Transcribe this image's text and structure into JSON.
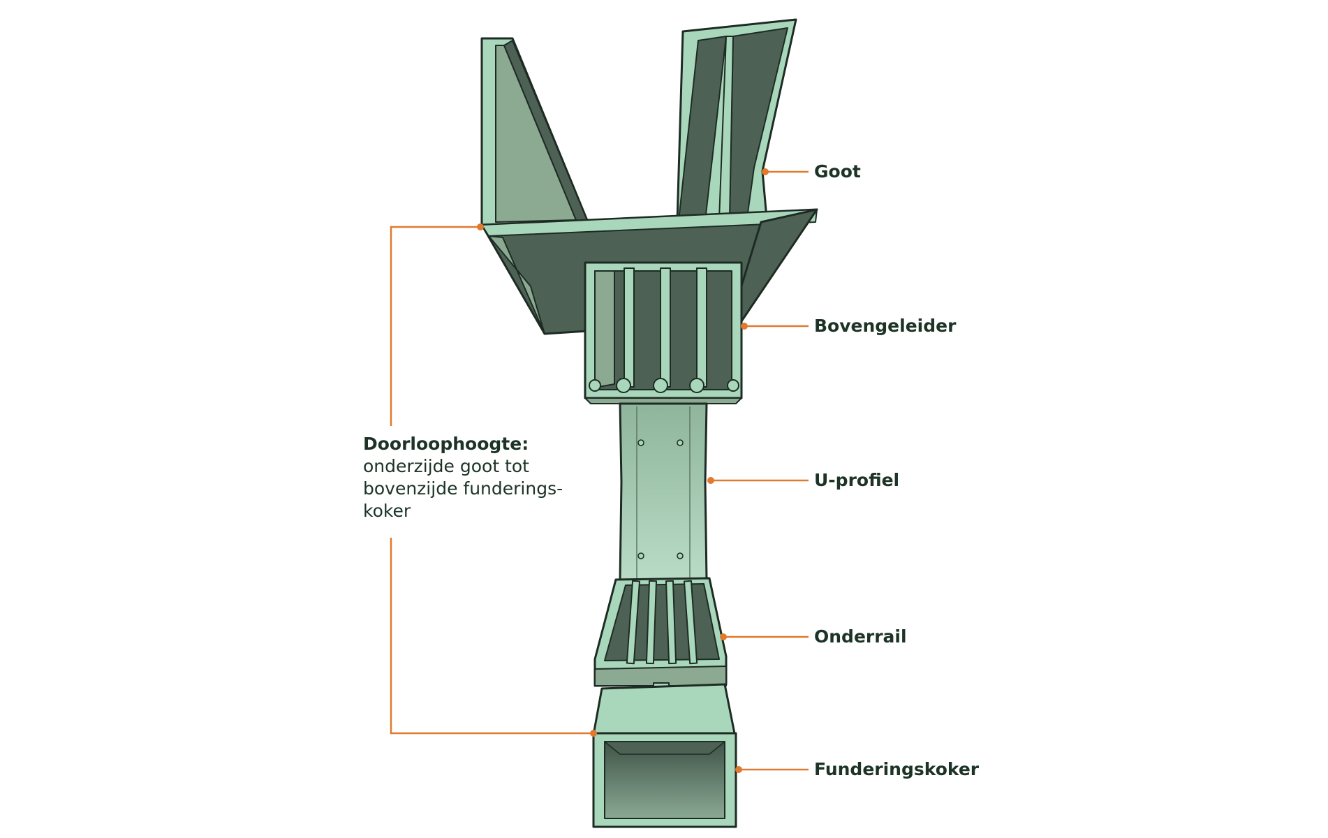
{
  "labels": {
    "goot": "Goot",
    "bovengeleider": "Bovengeleider",
    "u_profiel": "U-profiel",
    "onderrail": "Onderrail",
    "funderingskoker": "Funderingskoker"
  },
  "annotation": {
    "title": "Doorloophoogte:",
    "lines": [
      "onderzijde goot tot",
      "bovenzijde funderings-",
      "koker"
    ]
  },
  "colors": {
    "leader": "#e07a2e",
    "profile_light": "#a9d7bb",
    "profile_mid": "#8ca992",
    "profile_dark": "#4d6255",
    "outline": "#1e2b24",
    "text": "#1c3326"
  }
}
